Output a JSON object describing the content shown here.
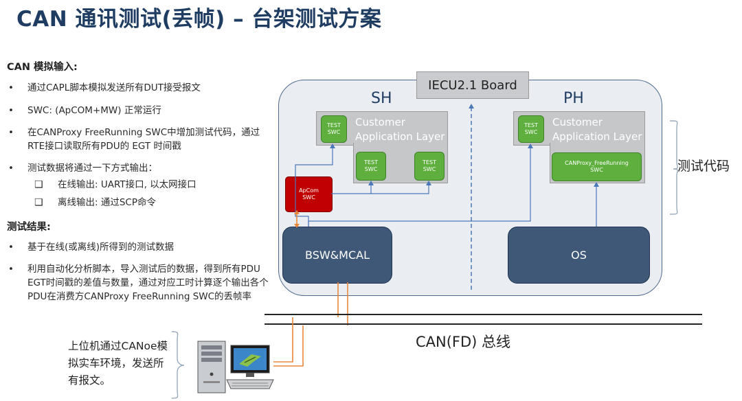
{
  "title": "CAN 通讯测试(丢帧) – 台架测试方案",
  "left": {
    "section1_heading": "CAN 模拟输入:",
    "bullets1": [
      "通过CAPL脚本模拟发送所有DUT接受报文",
      "SWC: (ApCOM+MW) 正常运行",
      "在CANProxy FreeRunning SWC中增加测试代码，通过RTE接口读取所有PDU的 EGT 时间戳",
      "测试数据将通过一下方式输出："
    ],
    "subbullets": [
      "在线输出: UART接口, 以太网接口",
      "离线输出: 通过SCP命令"
    ],
    "section2_heading": "测试结果:",
    "bullets2": [
      "基于在线(或离线)所得到的测试数据",
      "利用自动化分析脚本，导入测试后的数据，得到所有PDU EGT时间戳的差值与数量，通过对应工时计算逐个输出各个PDU在消费方CANProxy FreeRunning SWC的丢帧率"
    ],
    "bullet_char": "•",
    "sub_bullet_char": "❑"
  },
  "diagram": {
    "board_label": "IECU2.1 Board",
    "sh_label": "SH",
    "ph_label": "PH",
    "app_layer_line1": "Customer",
    "app_layer_line2": "Application Layer",
    "test_swc_line1": "TEST",
    "test_swc_line2": "SWC",
    "apcom_line1": "ApCom",
    "apcom_line2": "SWC",
    "canproxy_line1": "CANProxy_FreeRunning",
    "canproxy_line2": "SWC",
    "bsw_label": "BSW&MCAL",
    "os_label": "OS",
    "test_code_label": "测试代码",
    "bus_label": "CAN(FD) 总线",
    "pc_text": "上位机通过CANoe模拟实车环境，发送所有报文。"
  },
  "colors": {
    "title": "#1f3d62",
    "ecu_fill": "#eaedf2",
    "ecu_border": "#4d6a8c",
    "swc_green": "#5eaf3e",
    "apcom_red": "#c00000",
    "block_dark": "#3f5878",
    "arrow_blue": "#4a78b8",
    "link_orange": "#e8873a"
  }
}
